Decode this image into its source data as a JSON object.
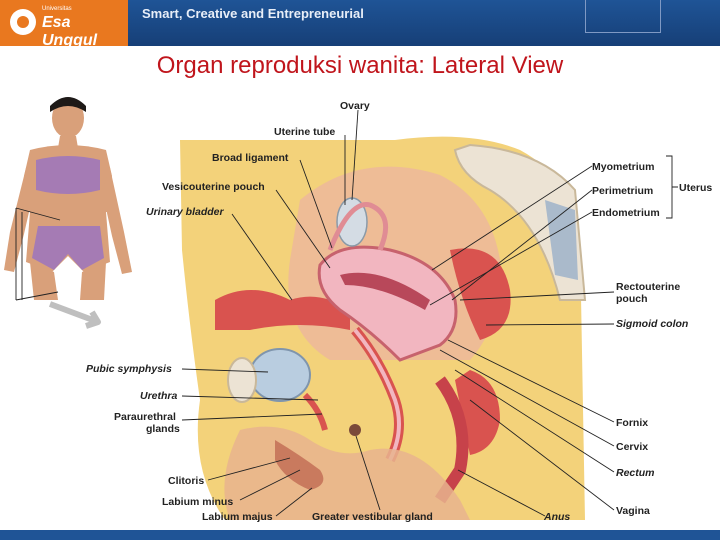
{
  "header": {
    "logo_small": "Universitas",
    "logo_name": "Esa Unggul",
    "tagline": "Smart, Creative and Entrepreneurial"
  },
  "slide": {
    "title": "Organ reproduksi wanita:  Lateral View"
  },
  "labels": {
    "ovary": "Ovary",
    "uterine_tube": "Uterine tube",
    "broad_ligament": "Broad  ligament",
    "vesicouterine_pouch": "Vesicouterine pouch",
    "urinary_bladder": "Urinary bladder",
    "pubic_symphysis": "Pubic symphysis",
    "urethra": "Urethra",
    "paraurethral_1": "Paraurethral",
    "paraurethral_2": "glands",
    "clitoris": "Clitoris",
    "labium_minus": "Labium minus",
    "labium_majus": "Labium majus",
    "greater_vestibular_gland": "Greater vestibular gland",
    "anus": "Anus",
    "vagina": "Vagina",
    "myometrium": "Myometrium",
    "perimetrium": "Perimetrium",
    "endometrium": "Endometrium",
    "uterus": "Uterus",
    "rectouterine_1": "Rectouterine",
    "rectouterine_2": "pouch",
    "sigmoid_colon": "Sigmoid colon",
    "fornix": "Fornix",
    "cervix": "Cervix",
    "rectum": "Rectum"
  },
  "colors": {
    "header_blue": "#1f5496",
    "logo_orange": "#e9781f",
    "title_red": "#c0151c",
    "fat_yellow": "#f3d27a",
    "muscle_red": "#d9534f",
    "mucosa_pink": "#f2b6c0",
    "bladder_blue": "#b9cde0",
    "skin_tan": "#e8b48e",
    "bone": "#ece3d4"
  }
}
